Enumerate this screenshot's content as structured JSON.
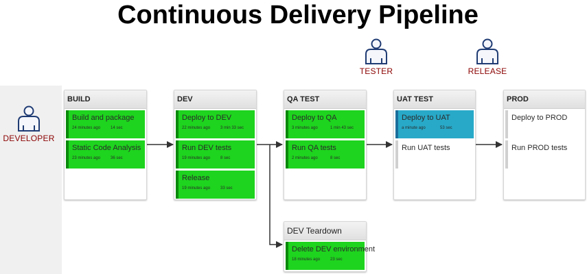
{
  "title": "Continuous Delivery Pipeline",
  "roles": {
    "developer": "DEVELOPER",
    "tester": "TESTER",
    "release": "RELEASE"
  },
  "stages": [
    {
      "name": "BUILD",
      "jobs": [
        {
          "name": "Build and package",
          "ago": "24 minutes ago",
          "duration": "14 sec",
          "status": "success"
        },
        {
          "name": "Static Code Analysis",
          "ago": "23 minutes ago",
          "duration": "36 sec",
          "status": "success"
        }
      ]
    },
    {
      "name": "DEV",
      "jobs": [
        {
          "name": "Deploy to DEV",
          "ago": "22 minutes ago",
          "duration": "3 min 33 sec",
          "status": "success"
        },
        {
          "name": "Run DEV tests",
          "ago": "19 minutes ago",
          "duration": "8 sec",
          "status": "success"
        },
        {
          "name": "Release",
          "ago": "19 minutes ago",
          "duration": "33 sec",
          "status": "success"
        }
      ]
    },
    {
      "name": "QA TEST",
      "jobs": [
        {
          "name": "Deploy to QA",
          "ago": "3 minutes ago",
          "duration": "1 min 43 sec",
          "status": "success"
        },
        {
          "name": "Run QA tests",
          "ago": "2 minutes ago",
          "duration": "8 sec",
          "status": "success"
        }
      ]
    },
    {
      "name": "UAT TEST",
      "jobs": [
        {
          "name": "Deploy to UAT",
          "ago": "a minute ago",
          "duration": "53 sec",
          "status": "running"
        },
        {
          "name": "Run UAT tests",
          "ago": "",
          "duration": "",
          "status": "pending"
        }
      ]
    },
    {
      "name": "PROD",
      "jobs": [
        {
          "name": "Deploy to PROD",
          "ago": "",
          "duration": "",
          "status": "pending"
        },
        {
          "name": "Run PROD tests",
          "ago": "",
          "duration": "",
          "status": "pending"
        }
      ]
    },
    {
      "name": "DEV Teardown",
      "jobs": [
        {
          "name": "Delete DEV environment",
          "ago": "18 minutes ago",
          "duration": "23 sec",
          "status": "success"
        }
      ]
    }
  ],
  "colors": {
    "success": "#1ed41e",
    "running": "#28a9c8",
    "pending": "#ffffff",
    "role_label": "#8b0000"
  }
}
